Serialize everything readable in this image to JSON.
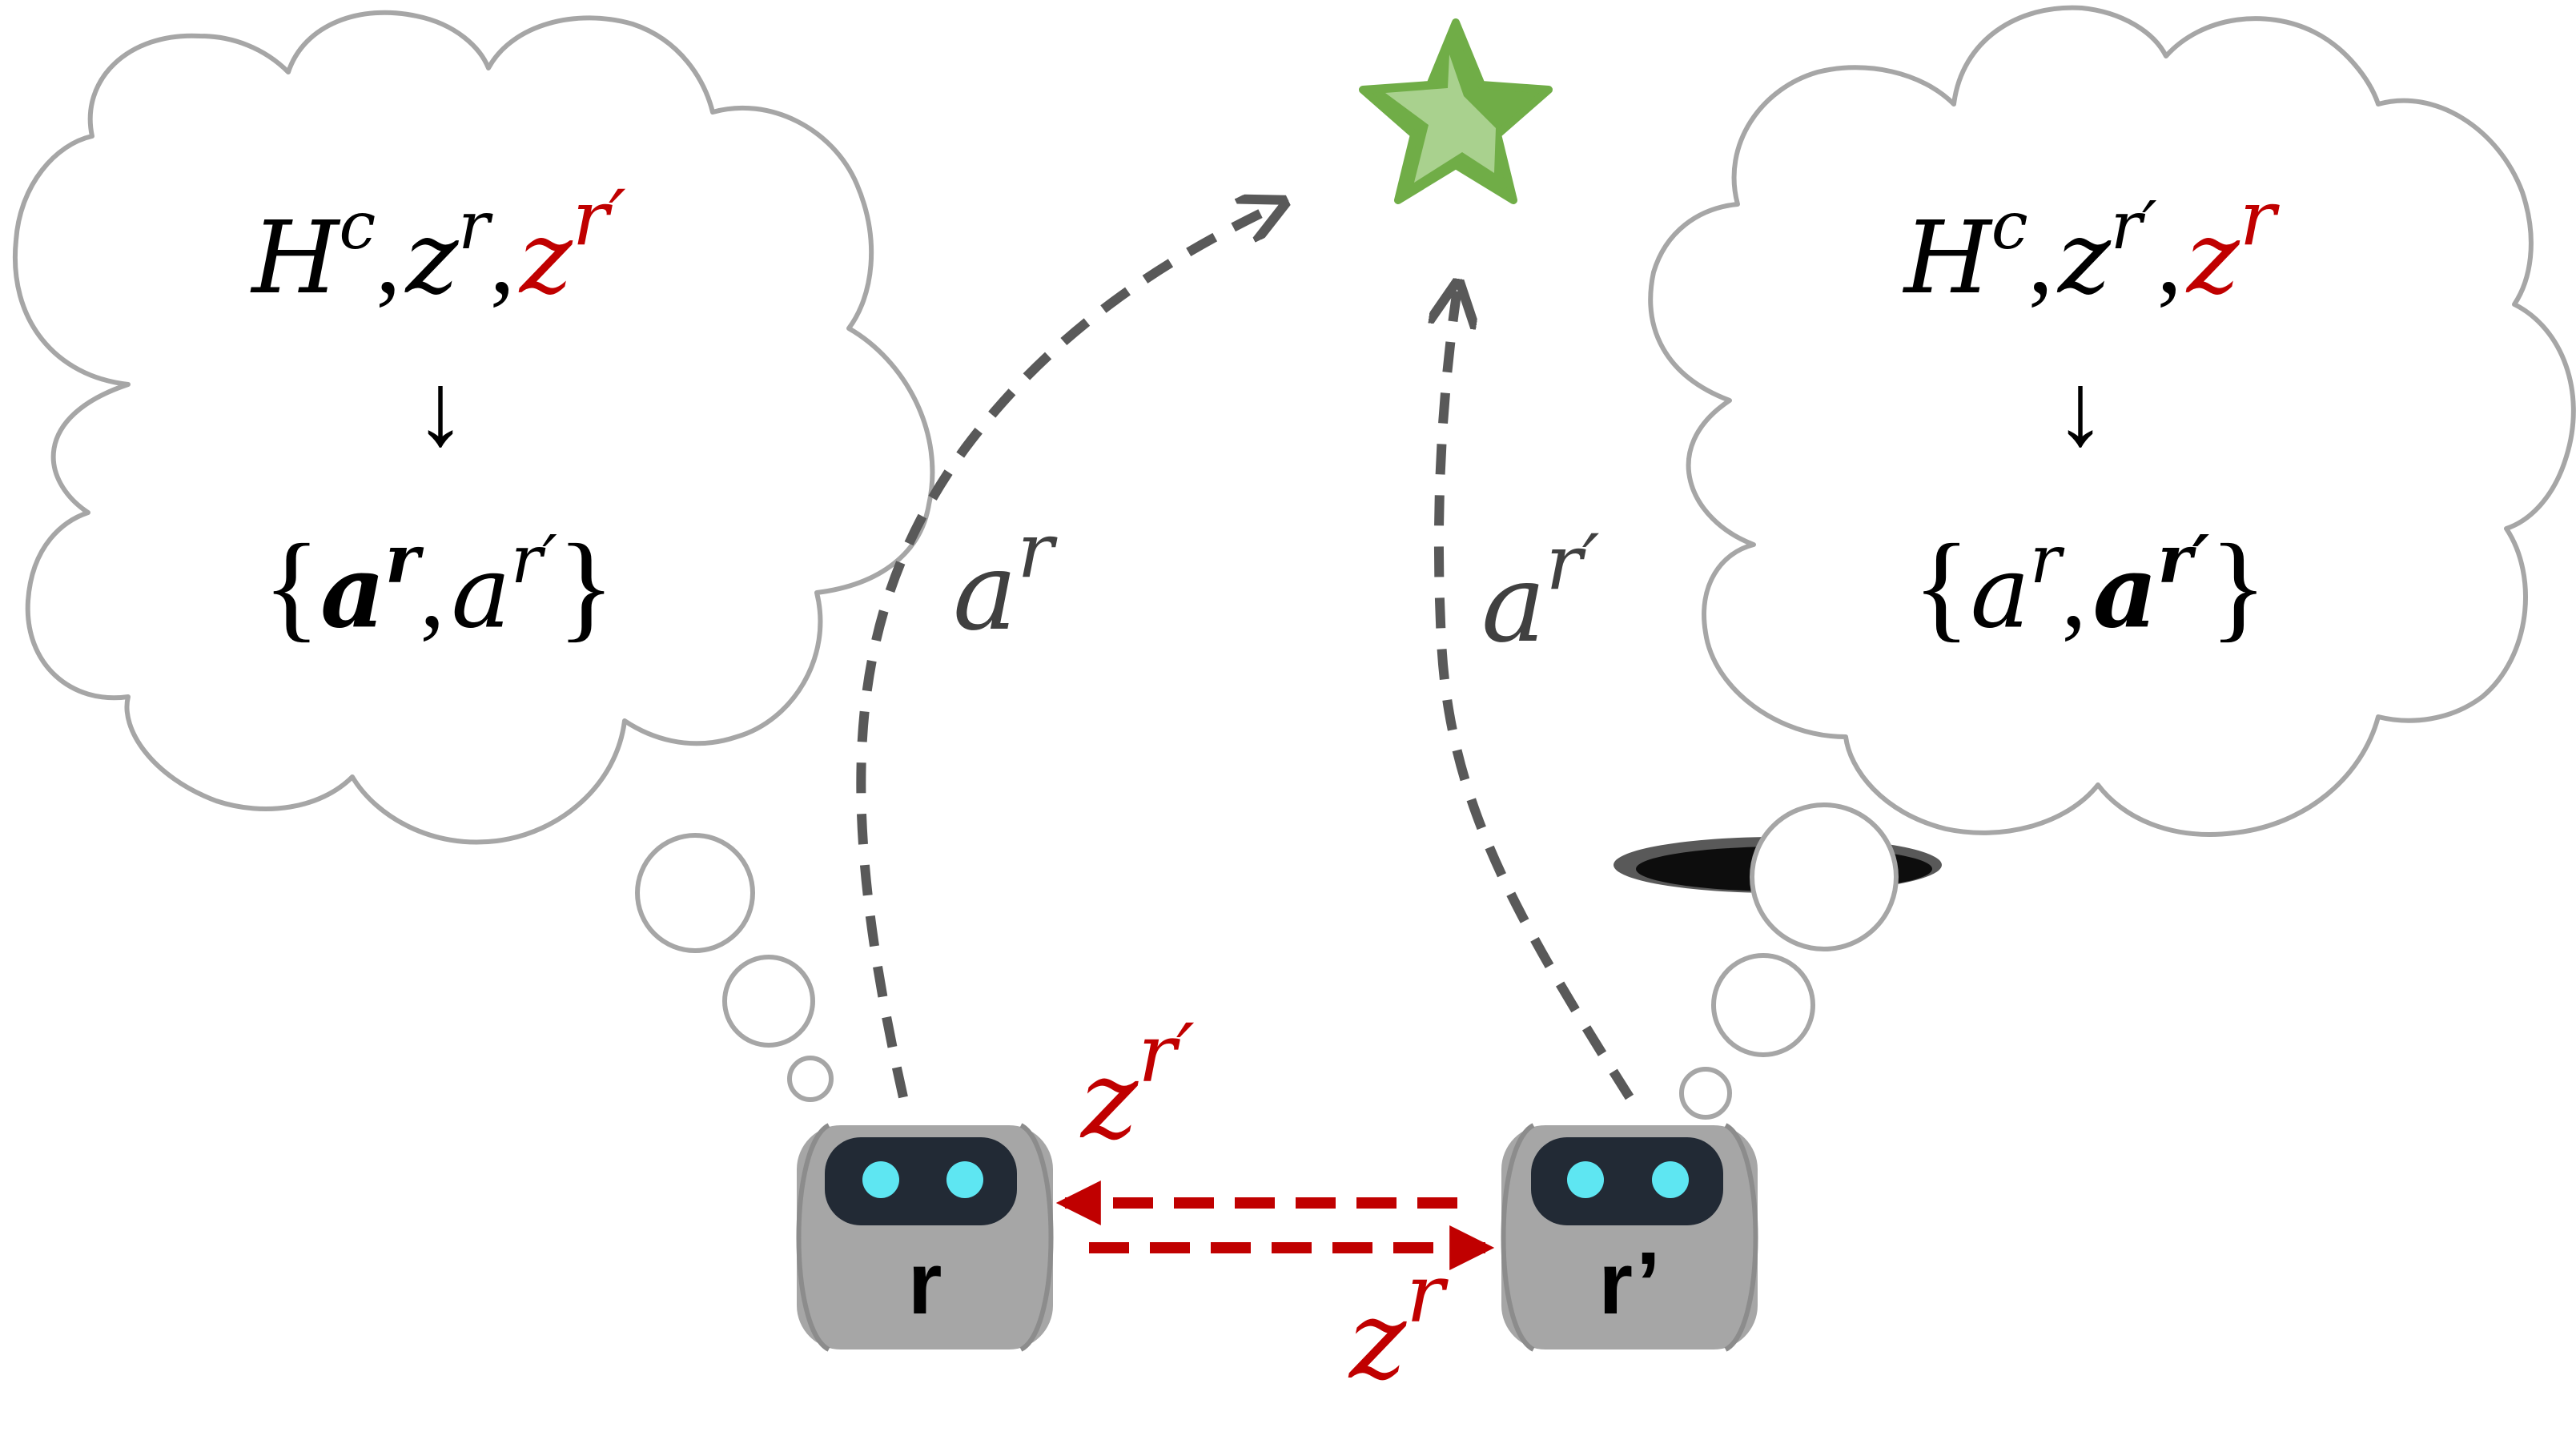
{
  "colors": {
    "cloud_stroke": "#a6a6a6",
    "arrow_gray": "#595959",
    "message_red": "#c00000",
    "text_black": "#000000",
    "robot_body": "#a6a6a6",
    "robot_face": "#222a35",
    "robot_eye": "#5ee6f2",
    "goal_star_light": "#a9d18e",
    "goal_star_dark": "#70ad47",
    "hole": "#0d0d0d"
  },
  "icons": {
    "goal": "star-icon",
    "obstacle": "hole-icon",
    "agent": "robot-icon"
  },
  "left_thought": {
    "input": {
      "h": "H",
      "h_sup": "c",
      "z1": "z",
      "z1_sup": "r",
      "z2": "z",
      "z2_sup": "r′"
    },
    "arrow": "↓",
    "output": {
      "open": "{",
      "a1": "a",
      "a1_sup": "r",
      "a2": "a",
      "a2_sup": "r′",
      "close": "}"
    }
  },
  "right_thought": {
    "input": {
      "h": "H",
      "h_sup": "c",
      "z1": "z",
      "z1_sup": "r′",
      "z2": "z",
      "z2_sup": "r"
    },
    "arrow": "↓",
    "output": {
      "open": "{",
      "a1": "a",
      "a1_sup": "r",
      "a2": "a",
      "a2_sup": "r′",
      "close": "}"
    }
  },
  "paths": {
    "left_action": {
      "base": "a",
      "sup": "r"
    },
    "right_action": {
      "base": "a",
      "sup": "r′"
    }
  },
  "messages": {
    "to_left": {
      "base": "z",
      "sup": "r′"
    },
    "to_right": {
      "base": "z",
      "sup": "r"
    }
  },
  "robots": {
    "left": {
      "label": "r"
    },
    "right": {
      "label": "r’"
    }
  }
}
